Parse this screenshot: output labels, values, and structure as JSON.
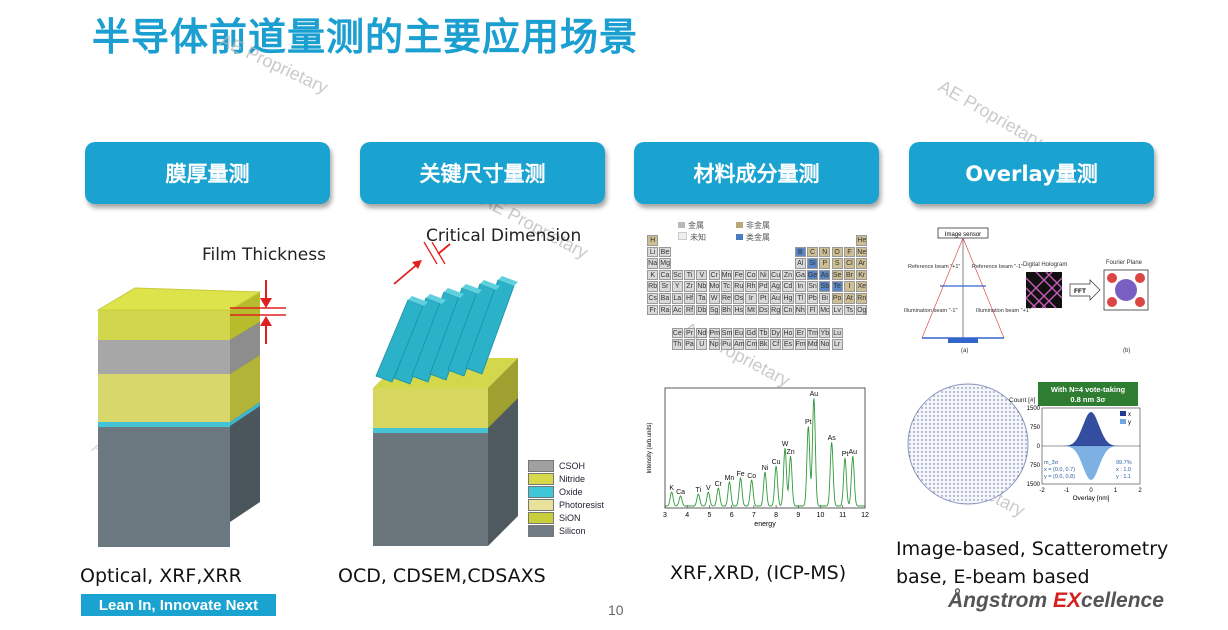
{
  "title": "半导体前道量测的主要应用场景",
  "watermark": "AE Proprietary",
  "cards": [
    {
      "label": "膜厚量测"
    },
    {
      "label": "关键尺寸量测"
    },
    {
      "label": "材料成分量测"
    },
    {
      "label": "Overlay量测"
    }
  ],
  "film": {
    "annotation": "Film Thickness",
    "caption": "Optical, XRF,XRR"
  },
  "cd": {
    "annotation": "Critical Dimension",
    "caption": "OCD, CDSEM,CDSAXS",
    "legend": [
      "CSOH",
      "Nitride",
      "Oxide",
      "Photoresist",
      "SiON",
      "Silicon"
    ],
    "legend_colors": [
      "#a0a0a0",
      "#d7d94a",
      "#3fc6d8",
      "#e8e29a",
      "#c9cf3a",
      "#6f7a82"
    ]
  },
  "material": {
    "caption": "XRF,XRD, (ICP-MS)",
    "pt_legend": [
      "金属",
      "非金属",
      "未知",
      "类金属"
    ],
    "elements_rows": [
      [
        "H",
        "",
        "",
        "",
        "",
        "",
        "",
        "",
        "",
        "",
        "",
        "",
        "",
        "",
        "",
        "",
        "",
        "He"
      ],
      [
        "Li",
        "Be",
        "",
        "",
        "",
        "",
        "",
        "",
        "",
        "",
        "",
        "",
        "B",
        "C",
        "N",
        "O",
        "F",
        "Ne"
      ],
      [
        "Na",
        "Mg",
        "",
        "",
        "",
        "",
        "",
        "",
        "",
        "",
        "",
        "",
        "Al",
        "Si",
        "P",
        "S",
        "Cl",
        "Ar"
      ],
      [
        "K",
        "Ca",
        "Sc",
        "Ti",
        "V",
        "Cr",
        "Mn",
        "Fe",
        "Co",
        "Ni",
        "Cu",
        "Zn",
        "Ga",
        "Ge",
        "As",
        "Se",
        "Br",
        "Kr"
      ],
      [
        "Rb",
        "Sr",
        "Y",
        "Zr",
        "Nb",
        "Mo",
        "Tc",
        "Ru",
        "Rh",
        "Pd",
        "Ag",
        "Cd",
        "In",
        "Sn",
        "Sb",
        "Te",
        "I",
        "Xe"
      ],
      [
        "Cs",
        "Ba",
        "La",
        "Hf",
        "Ta",
        "W",
        "Re",
        "Os",
        "Ir",
        "Pt",
        "Au",
        "Hg",
        "Tl",
        "Pb",
        "Bi",
        "Po",
        "At",
        "Rn"
      ],
      [
        "Fr",
        "Ra",
        "Ac",
        "Rf",
        "Db",
        "Sg",
        "Bh",
        "Hs",
        "Mt",
        "Ds",
        "Rg",
        "Cn",
        "Nh",
        "Fl",
        "Mc",
        "Lv",
        "Ts",
        "Og"
      ]
    ],
    "lan_rows": [
      [
        "Ce",
        "Pr",
        "Nd",
        "Pm",
        "Sm",
        "Eu",
        "Gd",
        "Tb",
        "Dy",
        "Ho",
        "Er",
        "Tm",
        "Yb",
        "Lu"
      ],
      [
        "Th",
        "Pa",
        "U",
        "Np",
        "Pu",
        "Am",
        "Cm",
        "Bk",
        "Cf",
        "Es",
        "Fm",
        "Md",
        "No",
        "Lr"
      ]
    ],
    "spectrum": {
      "ylabel": "Intensity (arb.units)",
      "xlabel": "energy",
      "xticks": [
        "3",
        "4",
        "5",
        "6",
        "7",
        "8",
        "9",
        "10",
        "11",
        "12"
      ],
      "peaks": [
        "K",
        "Ca",
        "Ti",
        "V",
        "Cr",
        "Mn",
        "Fe",
        "Co",
        "Ni",
        "Cu",
        "W",
        "Zn",
        "Pt",
        "Au",
        "As",
        "Pt",
        "Au"
      ]
    }
  },
  "overlay": {
    "caption_line1": "Image-based, Scatterometry",
    "caption_line2": "base, E-beam based",
    "diagram_labels": {
      "sensor": "Image sensor",
      "ref_left": "Reference beam \"+1\"",
      "ref_right": "Reference beam \"-1\"",
      "illum_left": "Illumination beam \"-1\"",
      "illum_right": "Illumination beam \"+1\"",
      "a": "(a)",
      "hologram": "Digital Hologram",
      "fft": "FFT",
      "fourier": "Fourier Plane",
      "b": "(b)"
    },
    "chart_title_1": "With N=4 vote-taking",
    "chart_title_2": "0.8 nm 3σ",
    "count_label": "Count [#]",
    "x_axis_label": "Overlay [nm]",
    "yticks": [
      "1500",
      "750",
      "0",
      "750",
      "1500"
    ],
    "xticks": [
      "-2",
      "-1",
      "0",
      "1",
      "2"
    ],
    "legend": [
      "x",
      "y"
    ],
    "stats_left": [
      "m_3σ",
      "x = (0.0, 0.7)",
      "y = (0.0, 0.8)"
    ],
    "stats_right": [
      "99.7%",
      "x : 1.0",
      "y : 1.1"
    ]
  },
  "footer": {
    "badge": "Lean In, Innovate Next",
    "page": "10",
    "brand_a": "Ångstrom ",
    "brand_b": "EX",
    "brand_c": "cellence"
  }
}
